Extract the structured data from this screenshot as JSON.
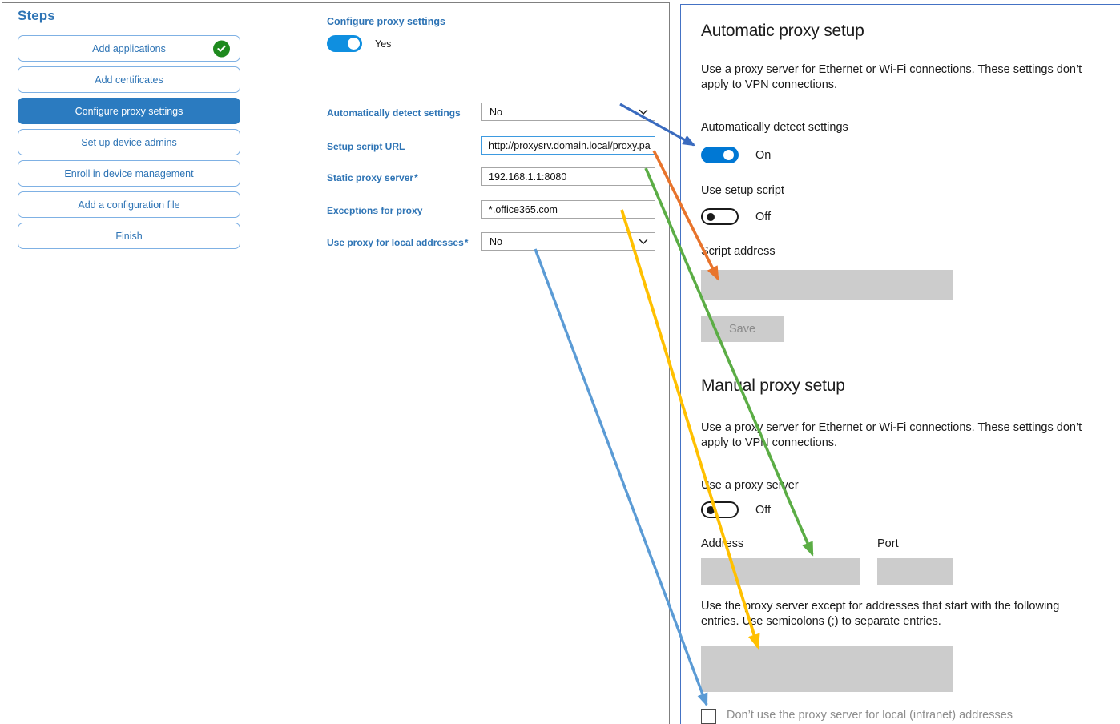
{
  "left_panel": {
    "title": "Steps",
    "steps": [
      {
        "label": "Add applications",
        "state": "completed",
        "icon": "check-circle-icon"
      },
      {
        "label": "Add certificates",
        "state": "default"
      },
      {
        "label": "Configure proxy settings",
        "state": "active"
      },
      {
        "label": "Set up device admins",
        "state": "default"
      },
      {
        "label": "Enroll in device management",
        "state": "default"
      },
      {
        "label": "Add a configuration file",
        "state": "default"
      },
      {
        "label": "Finish",
        "state": "default"
      }
    ]
  },
  "form": {
    "title": "Configure proxy settings",
    "master_toggle": {
      "state": "on",
      "value_label": "Yes"
    },
    "fields": [
      {
        "label": "Automatically detect settings",
        "required": false,
        "type": "select",
        "value": "No",
        "icon": "chevron-down-icon"
      },
      {
        "label": "Setup script URL",
        "required": false,
        "type": "text",
        "value": "http://proxysrv.domain.local/proxy.pa",
        "focused": true
      },
      {
        "label": "Static proxy server",
        "required": true,
        "type": "text",
        "value": "192.168.1.1:8080",
        "focused": false
      },
      {
        "label": "Exceptions for proxy",
        "required": false,
        "type": "text",
        "value": "*.office365.com",
        "focused": false
      },
      {
        "label": "Use proxy for local addresses",
        "required": true,
        "type": "select",
        "value": "No",
        "icon": "chevron-down-icon"
      }
    ]
  },
  "windows_pane": {
    "auto": {
      "heading": "Automatic proxy setup",
      "description": "Use a proxy server for Ethernet or Wi-Fi connections. These settings don’t apply to VPN connections.",
      "detect_label": "Automatically detect settings",
      "detect_state": "On",
      "script_toggle_label": "Use setup script",
      "script_toggle_state": "Off",
      "script_address_label": "Script address",
      "script_address_value": "",
      "save_label": "Save"
    },
    "manual": {
      "heading": "Manual proxy setup",
      "description": "Use a proxy server for Ethernet or Wi-Fi connections. These settings don’t apply to VPN connections.",
      "use_proxy_label": "Use a proxy server",
      "use_proxy_state": "Off",
      "address_label": "Address",
      "address_value": "",
      "port_label": "Port",
      "port_value": "",
      "exceptions_description": "Use the proxy server except for addresses that start with the following entries. Use semicolons (;) to separate entries.",
      "exceptions_value": "",
      "local_checkbox_label": "Don’t use the proxy server for local (intranet) addresses",
      "local_checkbox_checked": false
    }
  },
  "annotations": {
    "arrows": [
      {
        "name": "arrow-auto-detect",
        "color": "#3A6BBF",
        "from_label": "Automatically detect settings (select)",
        "to_label": "Automatically detect settings (toggle)"
      },
      {
        "name": "arrow-setup-script-url",
        "color": "#E8742C",
        "from_label": "Setup script URL",
        "to_label": "Script address"
      },
      {
        "name": "arrow-static-proxy-server",
        "color": "#5BA churched",
        "from_label": "Static proxy server",
        "to_label": "Address"
      },
      {
        "name": "arrow-exceptions",
        "color": "#FFC000",
        "from_label": "Exceptions for proxy",
        "to_label": "Exceptions box"
      },
      {
        "name": "arrow-local-addresses",
        "color": "#5B9BD5",
        "from_label": "Use proxy for local addresses",
        "to_label": "Don’t use the proxy server for local (intranet) addresses"
      }
    ],
    "colors": {
      "dark_blue": "#3A6BBF",
      "orange": "#E8742C",
      "green": "#5BAD45",
      "gold": "#FFC000",
      "light_blue": "#5B9BD5"
    }
  }
}
